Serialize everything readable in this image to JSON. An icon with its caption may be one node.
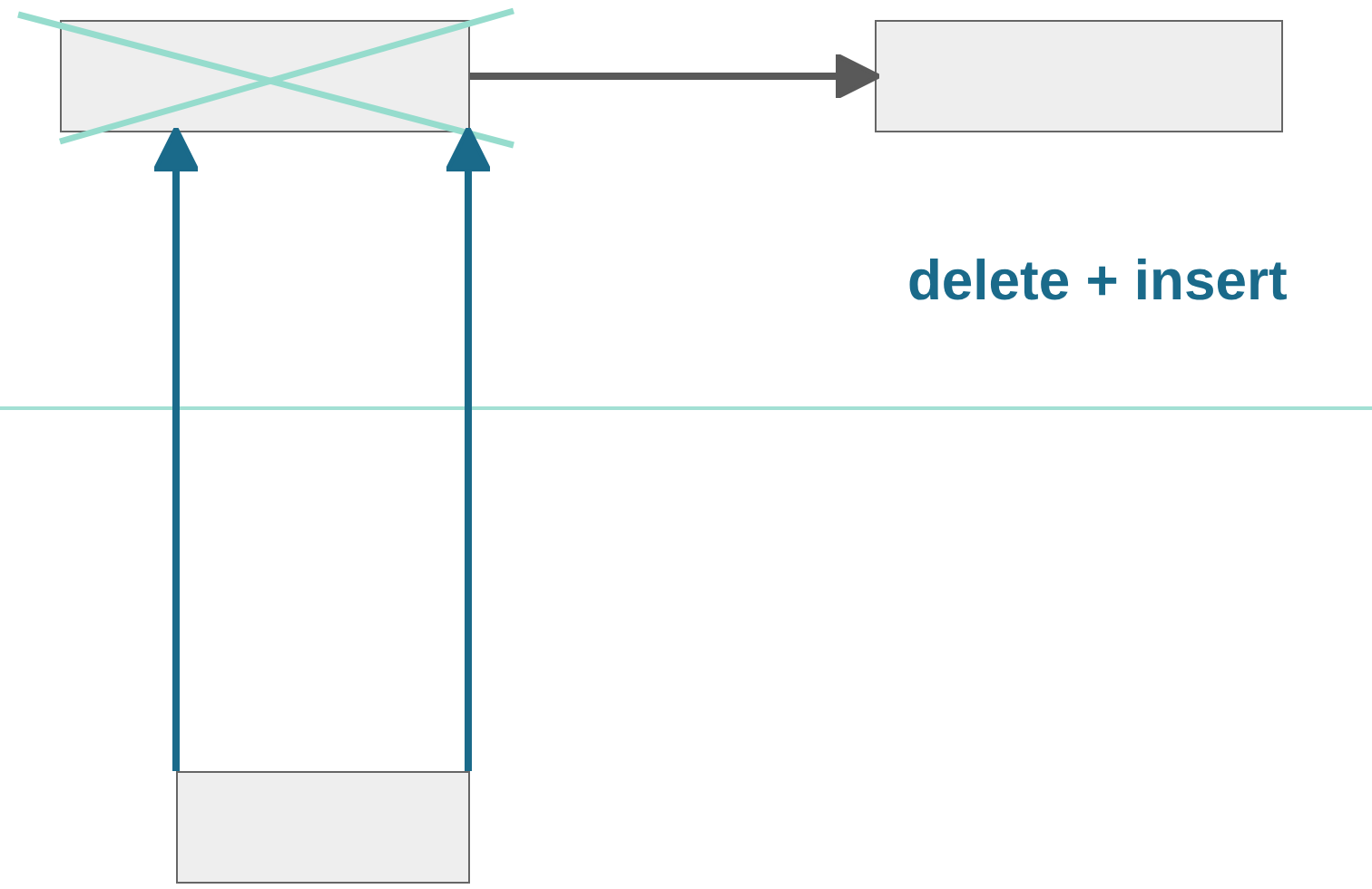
{
  "diagram": {
    "nodes": [
      {
        "text": [],
        "shape": "box"
      },
      {
        "text": [],
        "shape": "box"
      },
      {
        "text": [],
        "shape": "box"
      }
    ],
    "edges": [
      {
        "from": 0,
        "to": 1,
        "arrow": "to",
        "color": "#595959"
      },
      {
        "from": 2,
        "to": 0,
        "arrow": "to"
      },
      {
        "from": 2,
        "to": 0,
        "arrow": "to"
      }
    ],
    "labels": [
      "delete + insert"
    ]
  }
}
